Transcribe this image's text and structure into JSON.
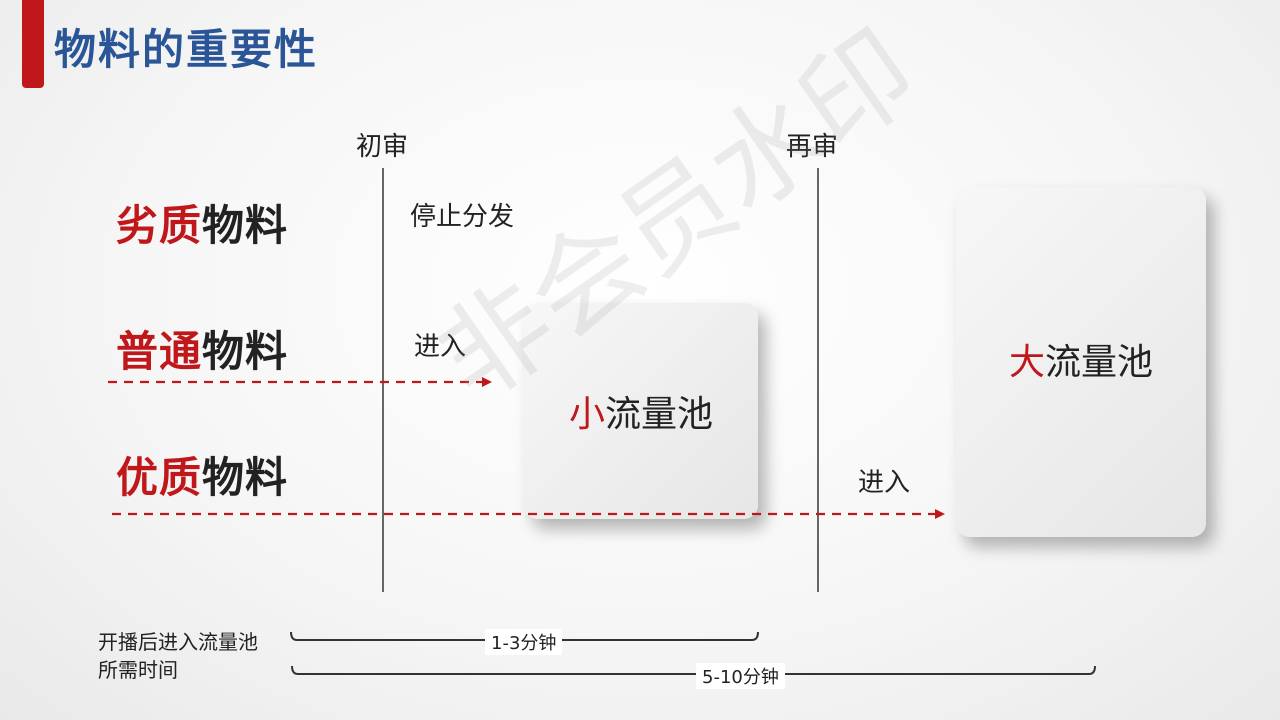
{
  "slide": {
    "title": "物料的重要性",
    "accent_color": "#c0171b",
    "title_color": "#2a5597"
  },
  "stages": {
    "initial_review": "初审",
    "second_review": "再审"
  },
  "materials": {
    "poor": {
      "red": "劣质",
      "dark": "物料"
    },
    "normal": {
      "red": "普通",
      "dark": "物料"
    },
    "quality": {
      "red": "优质",
      "dark": "物料"
    }
  },
  "notes": {
    "stop": "停止分发",
    "enter_small": "进入",
    "enter_large": "进入"
  },
  "pools": {
    "small": {
      "red": "小",
      "dark": "流量池"
    },
    "large": {
      "red": "大",
      "dark": "流量池"
    }
  },
  "timing": {
    "label_line1": "开播后进入流量池",
    "label_line2": "所需时间",
    "short": "1-3分钟",
    "long": "5-10分钟"
  },
  "watermark": "非会员水印"
}
